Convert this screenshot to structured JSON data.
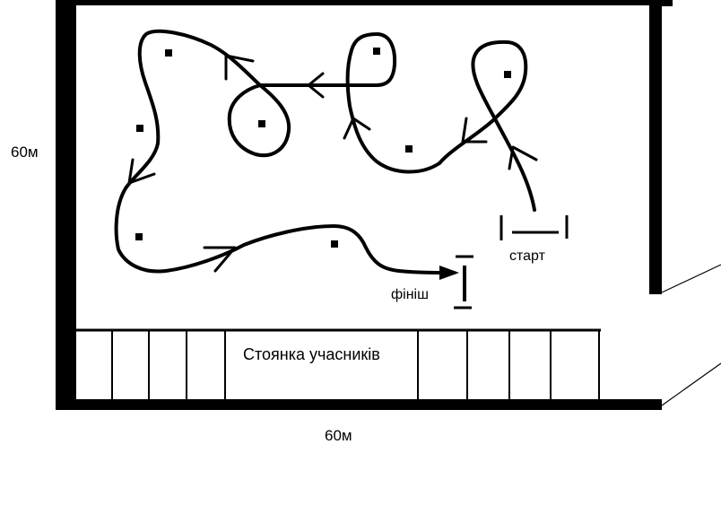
{
  "labels": {
    "side_dimension": "60м",
    "bottom_dimension": "60м",
    "start": "старт",
    "finish": "фініш",
    "parking": "Стоянка учасників"
  },
  "colors": {
    "ink": "#000000",
    "background": "#ffffff"
  }
}
